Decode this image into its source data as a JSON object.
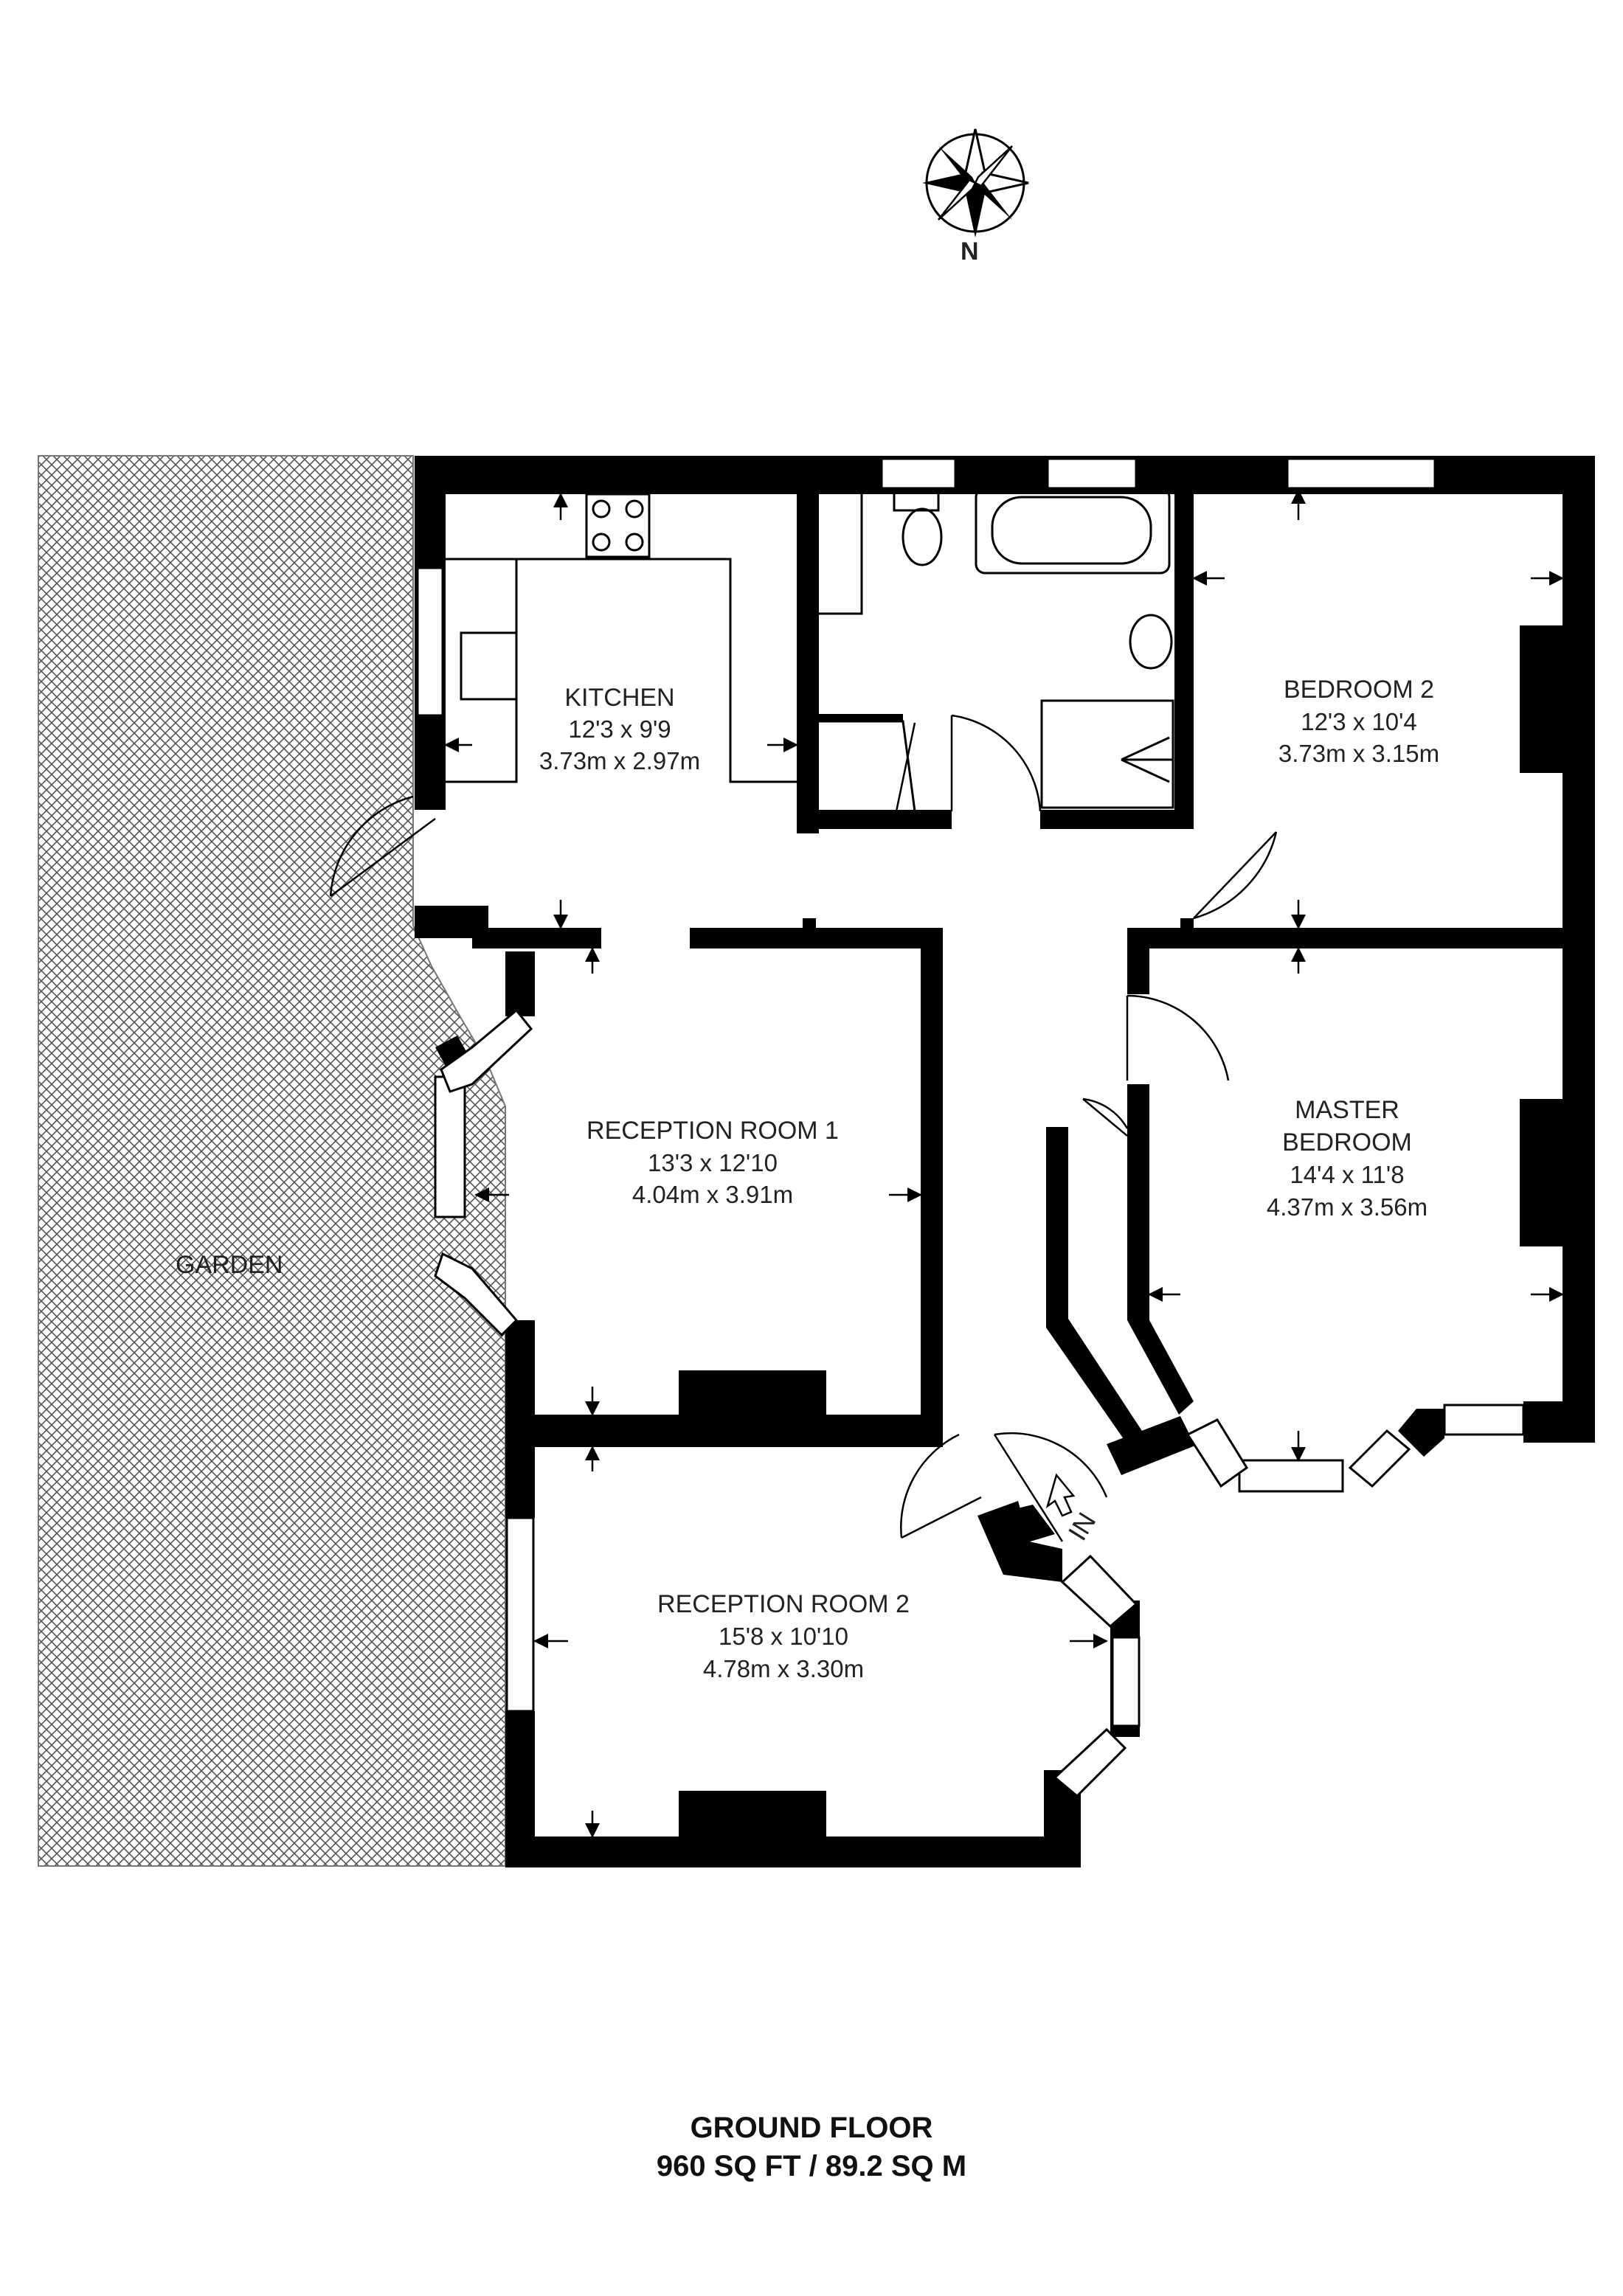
{
  "compass": {
    "north_label": "N"
  },
  "rooms": {
    "kitchen": {
      "name": "KITCHEN",
      "dim_imperial": "12'3 x 9'9",
      "dim_metric": "3.73m x 2.97m"
    },
    "bedroom2": {
      "name": "BEDROOM 2",
      "dim_imperial": "12'3 x 10'4",
      "dim_metric": "3.73m x 3.15m"
    },
    "reception1": {
      "name": "RECEPTION ROOM 1",
      "dim_imperial": "13'3 x 12'10",
      "dim_metric": "4.04m x 3.91m"
    },
    "master": {
      "name_line1": "MASTER",
      "name_line2": "BEDROOM",
      "dim_imperial": "14'4 x 11'8",
      "dim_metric": "4.37m x 3.56m"
    },
    "reception2": {
      "name": "RECEPTION ROOM 2",
      "dim_imperial": "15'8 x 10'10",
      "dim_metric": "4.78m x 3.30m"
    }
  },
  "garden_label": "GARDEN",
  "entrance_label": "IN",
  "footer": {
    "floor": "GROUND FLOOR",
    "area": "960 SQ FT / 89.2 SQ M"
  }
}
